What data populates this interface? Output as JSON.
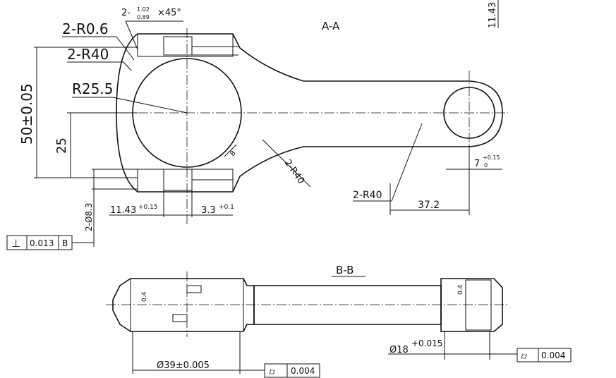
{
  "sections": {
    "aa": "A-A",
    "bb": "B-B"
  },
  "dims": {
    "chamfer_prefix": "2-",
    "chamfer_upper": "1.02",
    "chamfer_lower": "0.89",
    "chamfer_suffix": "×45°",
    "r06": "2-R0.6",
    "r40_top": "2-R40",
    "r255": "R25.5",
    "height50": "50±0.05",
    "h25": "25",
    "d83": "2-Ø8.3",
    "w1143": "11.43",
    "w1143_tol": "+0.15",
    "w33": "3.3",
    "w33_tol": "+0.1",
    "r40_mid": "2-R40",
    "r40_low": "2-R40",
    "l372": "37.2",
    "d7": "7",
    "d7_upper": "+0.15",
    "d7_lower": "0",
    "top_right": "11.43",
    "r8": "8",
    "d39": "Ø39±0.005",
    "d18": "Ø18",
    "d18_tol": "+0.015",
    "r04_left": "0.4",
    "r04_right": "0.4"
  },
  "tolerances": {
    "perp": {
      "symbol": "⊥",
      "value": "0.013",
      "datum": "B"
    },
    "cyl_left": {
      "symbol": "⌭",
      "value": "0.004"
    },
    "cyl_right": {
      "symbol": "⌭",
      "value": "0.004"
    }
  }
}
